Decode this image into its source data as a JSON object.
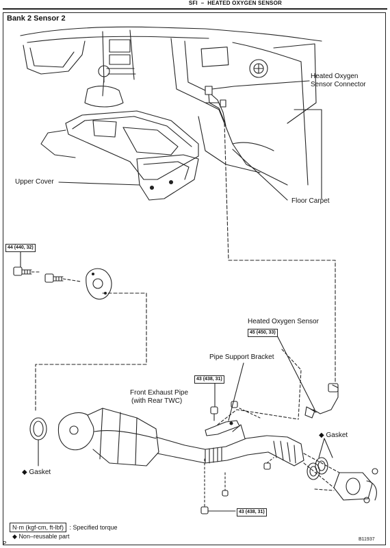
{
  "header": {
    "section": "SFI",
    "separator": "–",
    "title": "HEATED OXYGEN SENSOR"
  },
  "diagram_title": "Bank 2 Sensor 2",
  "labels": {
    "sensor_connector_1": "Heated Oxygen",
    "sensor_connector_2": "Sensor Connector",
    "upper_cover": "Upper Cover",
    "floor_carpet": "Floor Carpet",
    "heated_oxygen_sensor": "Heated Oxygen Sensor",
    "pipe_support_bracket": "Pipe Support Bracket",
    "front_pipe_1": "Front Exhaust Pipe",
    "front_pipe_2": "(with Rear TWC)",
    "gasket_right": "Gasket",
    "gasket_left": "Gasket"
  },
  "torques": {
    "t44": "44 (440, 32)",
    "t45": "45 (450, 33)",
    "t43a": "43 (438, 31)",
    "t43b": "43 (438, 31)"
  },
  "legend": {
    "torque_units": "N·m (kgf-cm, ft-lbf)",
    "torque_desc": ": Specified torque",
    "nonreusable_symbol": "◆",
    "nonreusable_desc": "Non–reusable part"
  },
  "footer": {
    "page_mark": "P",
    "figure_code": "B11937"
  }
}
